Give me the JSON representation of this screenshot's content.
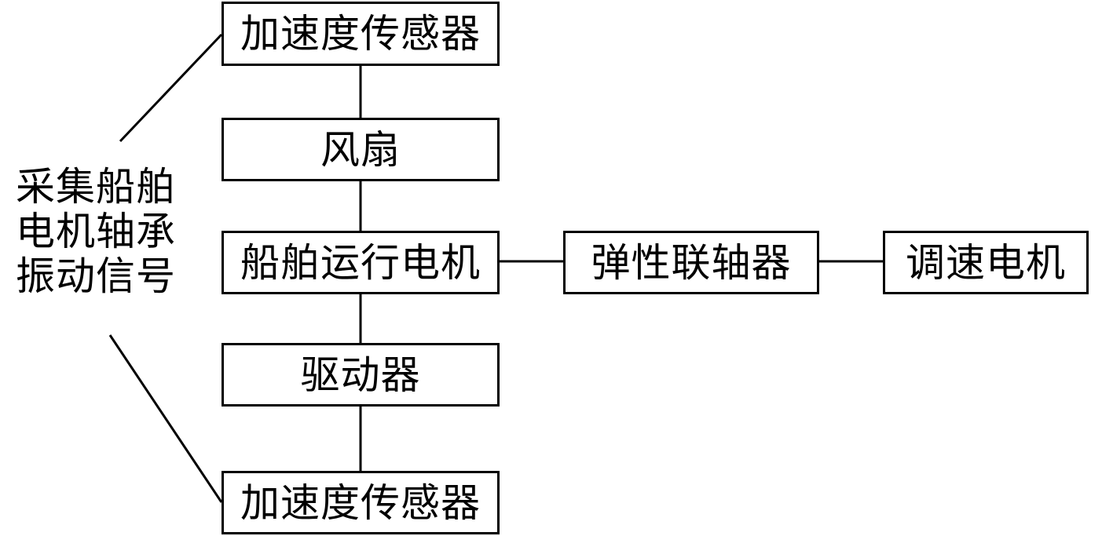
{
  "diagram": {
    "nodes": {
      "accel_sensor_top": "加速度传感器",
      "fan": "风扇",
      "ship_motor": "船舶运行电机",
      "driver": "驱动器",
      "accel_sensor_bottom": "加速度传感器",
      "elastic_coupling": "弹性联轴器",
      "speed_motor": "调速电机"
    },
    "side_label": {
      "line1": "采集船舶",
      "line2": "电机轴承",
      "line3": "振动信号"
    }
  }
}
